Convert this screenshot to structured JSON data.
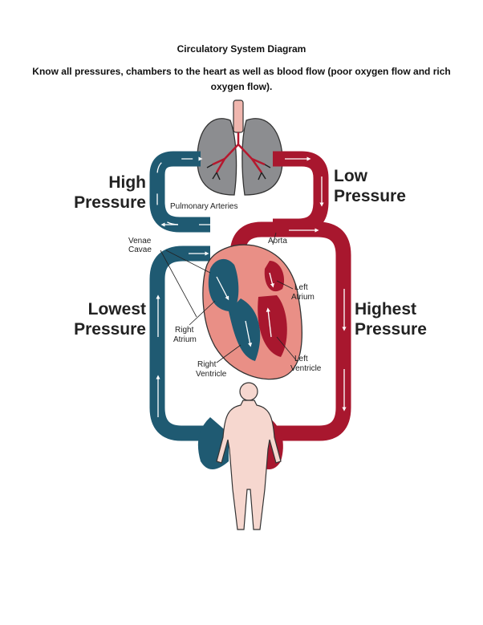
{
  "header": {
    "title": "Circulatory System Diagram",
    "subtitle": "Know all pressures, chambers to the heart as well as blood flow (poor oxygen flow and rich oxygen flow)."
  },
  "labels": {
    "high_1": "High",
    "high_2": "Pressure",
    "low_1": "Low",
    "low_2": "Pressure",
    "lowest_1": "Lowest",
    "lowest_2": "Pressure",
    "highest_1": "Highest",
    "highest_2": "Pressure",
    "pulmonary_arteries": "Pulmonary Arteries",
    "venae_1": "Venae",
    "venae_2": "Cavae",
    "aorta": "Aorta",
    "left_atrium_1": "Left",
    "left_atrium_2": "Atrium",
    "right_atrium_1": "Right",
    "right_atrium_2": "Atrium",
    "right_ventricle_1": "Right",
    "right_ventricle_2": "Ventricle",
    "left_ventricle_1": "Left",
    "left_ventricle_2": "Ventricle"
  },
  "colors": {
    "oxygen_poor": "#1f5a72",
    "oxygen_rich": "#a8172e",
    "heart": "#e98f86",
    "lungs": "#8c8d90",
    "body": "#f6d7cf"
  }
}
